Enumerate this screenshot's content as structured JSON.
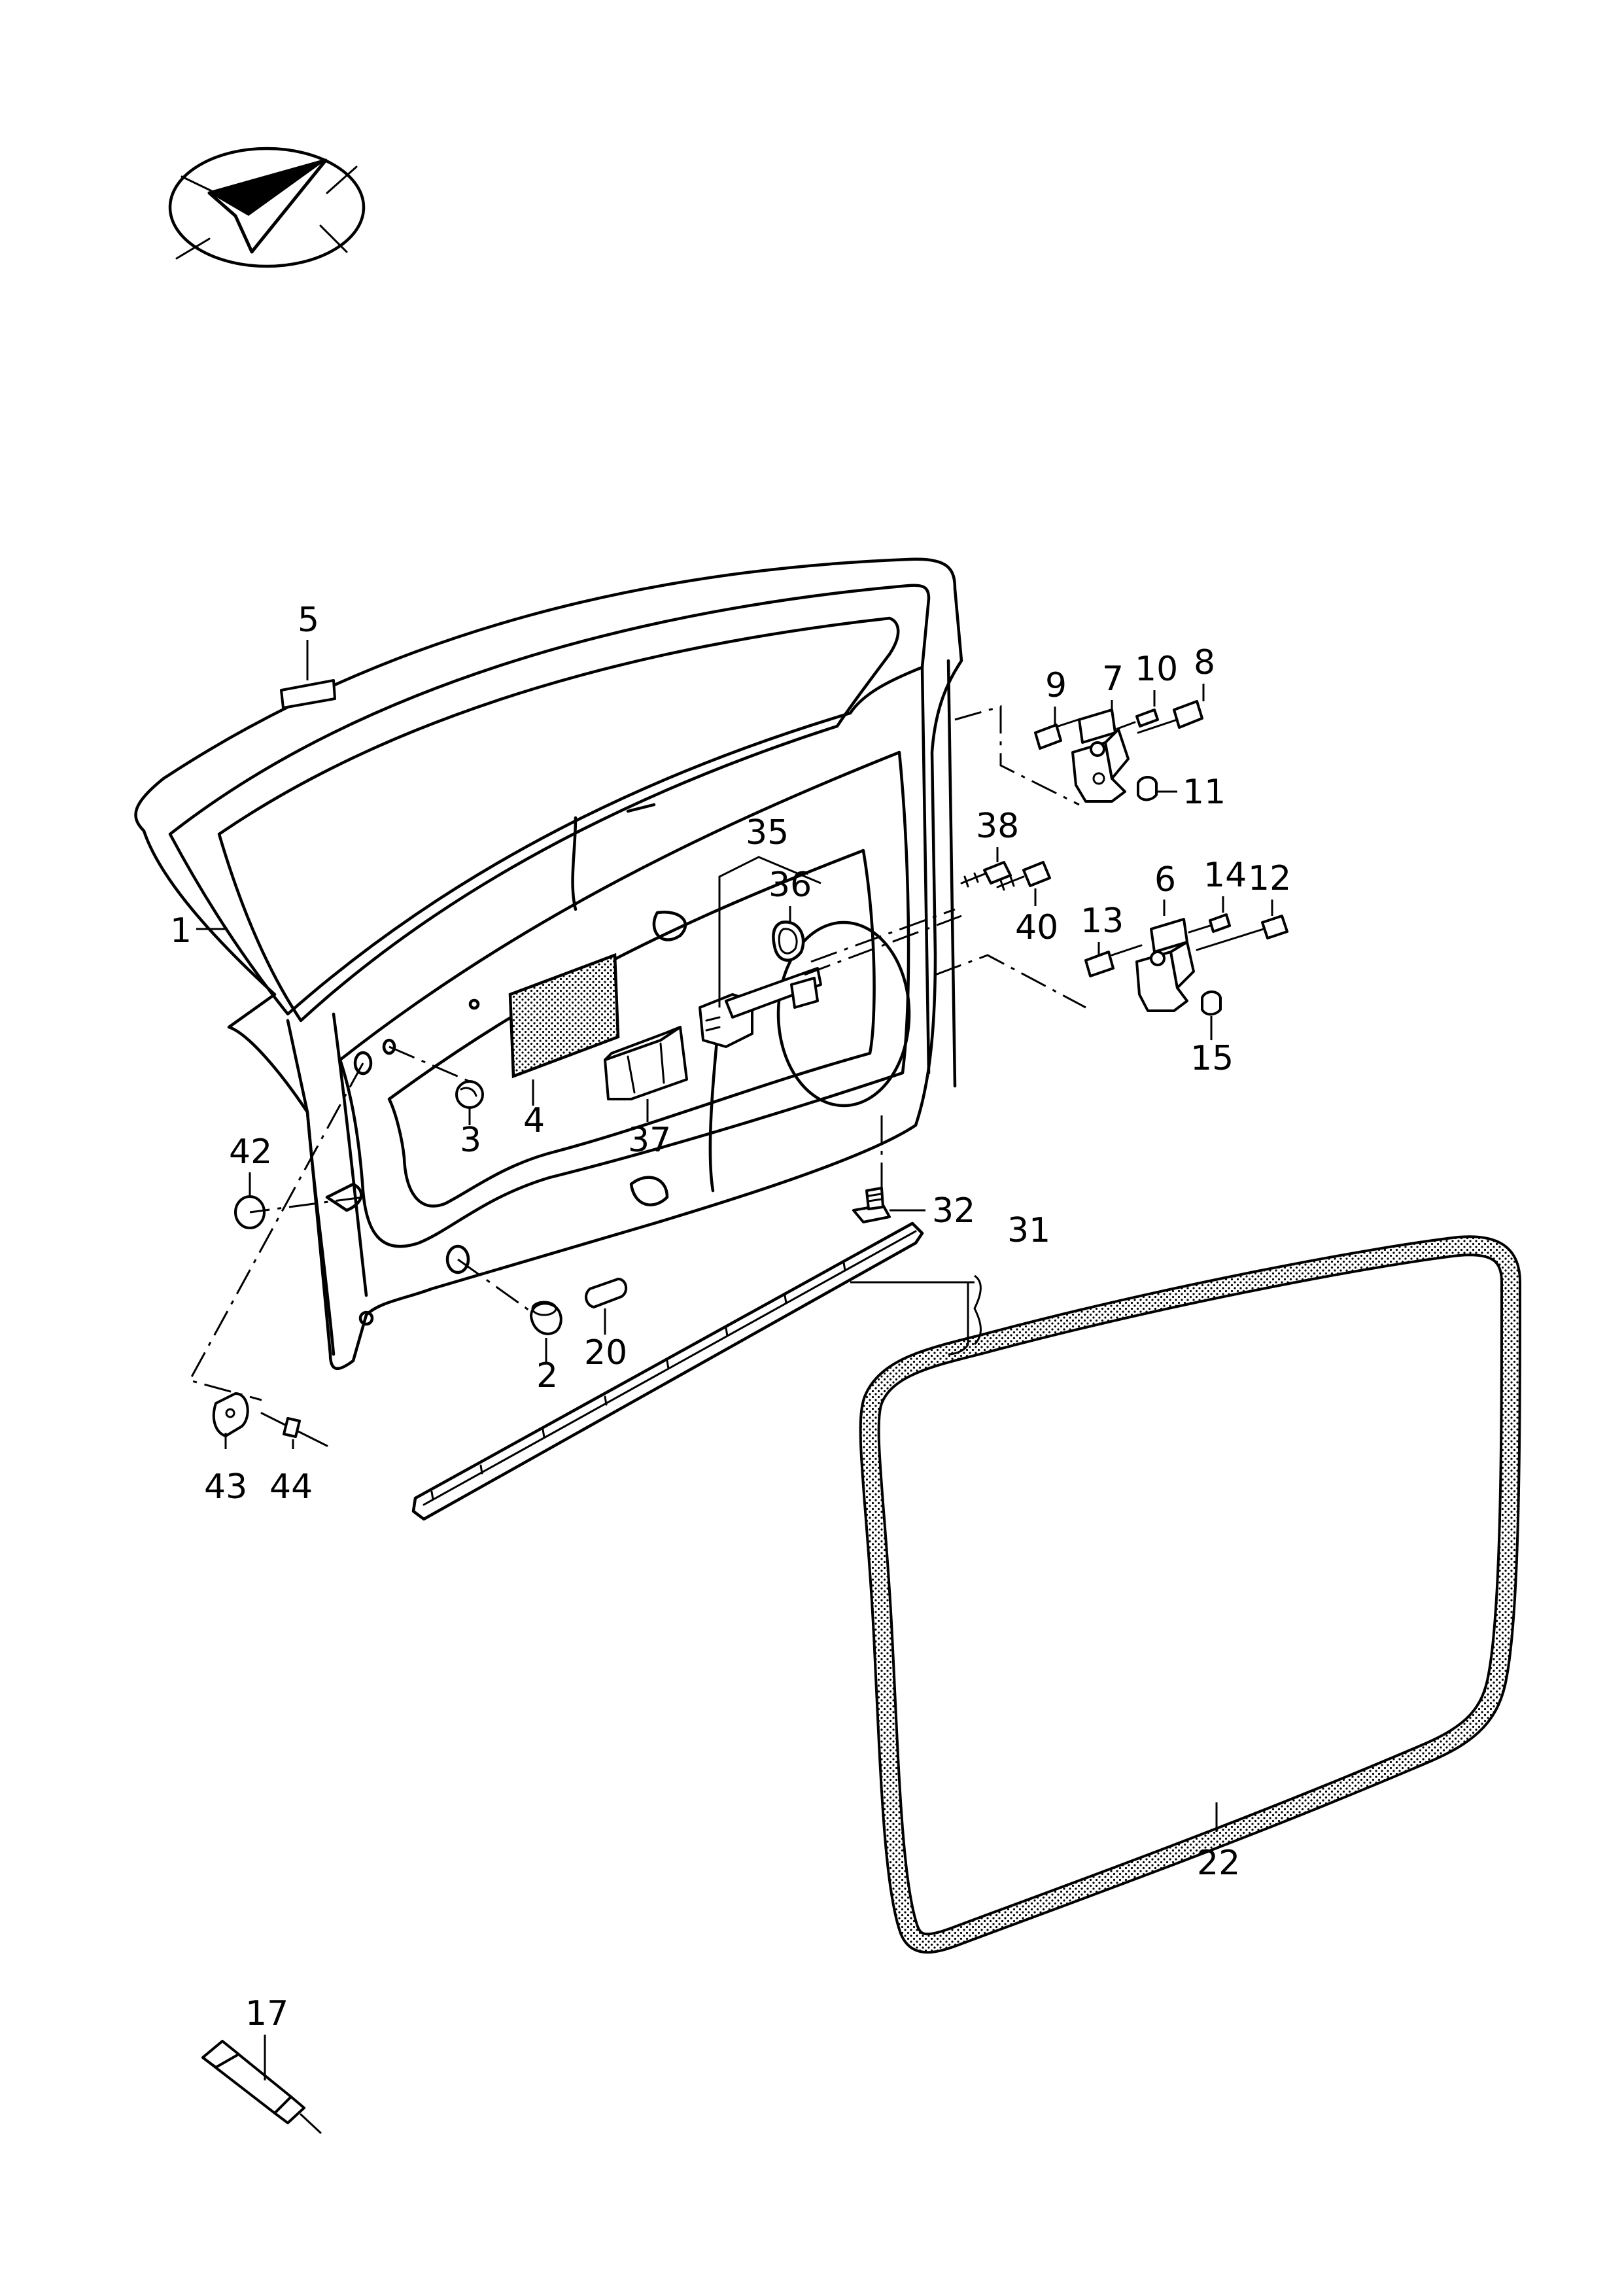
{
  "icon": {
    "name": "orientation-arrow-icon"
  },
  "callouts": [
    {
      "id": "c1",
      "label": "1"
    },
    {
      "id": "c2",
      "label": "2"
    },
    {
      "id": "c3",
      "label": "3"
    },
    {
      "id": "c4",
      "label": "4"
    },
    {
      "id": "c5",
      "label": "5"
    },
    {
      "id": "c6",
      "label": "6"
    },
    {
      "id": "c7",
      "label": "7"
    },
    {
      "id": "c8",
      "label": "8"
    },
    {
      "id": "c9",
      "label": "9"
    },
    {
      "id": "c10",
      "label": "10"
    },
    {
      "id": "c11",
      "label": "11"
    },
    {
      "id": "c12",
      "label": "12"
    },
    {
      "id": "c13",
      "label": "13"
    },
    {
      "id": "c14",
      "label": "14"
    },
    {
      "id": "c15",
      "label": "15"
    },
    {
      "id": "c17",
      "label": "17"
    },
    {
      "id": "c20",
      "label": "20"
    },
    {
      "id": "c22",
      "label": "22"
    },
    {
      "id": "c31",
      "label": "31"
    },
    {
      "id": "c32",
      "label": "32"
    },
    {
      "id": "c35",
      "label": "35"
    },
    {
      "id": "c36",
      "label": "36"
    },
    {
      "id": "c37",
      "label": "37"
    },
    {
      "id": "c38",
      "label": "38"
    },
    {
      "id": "c40",
      "label": "40"
    },
    {
      "id": "c42",
      "label": "42"
    },
    {
      "id": "c43",
      "label": "43"
    },
    {
      "id": "c44",
      "label": "44"
    }
  ]
}
